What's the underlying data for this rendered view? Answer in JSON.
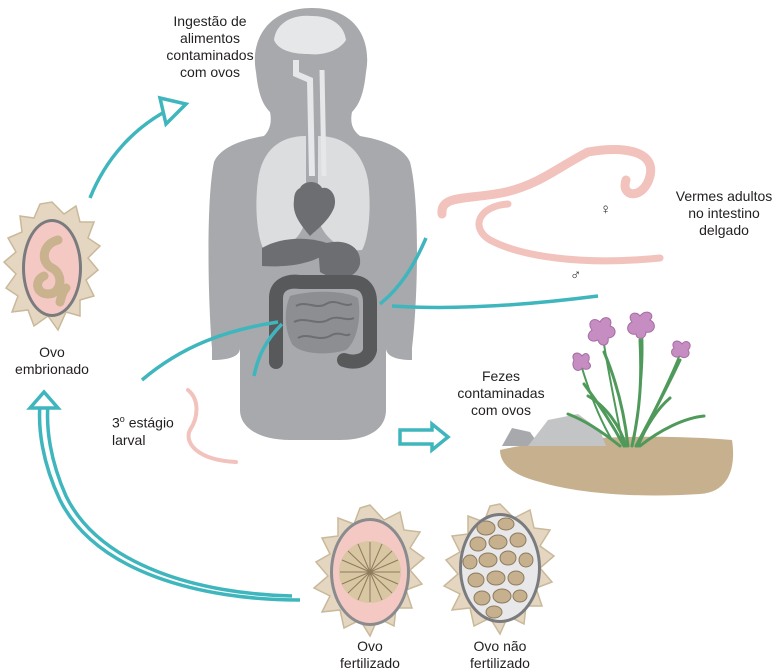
{
  "labels": {
    "ingestion": [
      "Ingestão de",
      "alimentos",
      "contaminados",
      "com ovos"
    ],
    "adult_worms": [
      "Vermes adultos",
      "no intestino",
      "delgado"
    ],
    "embryonated_egg": [
      "Ovo",
      "embrionado"
    ],
    "larva_stage_number": "3",
    "larva_stage_ordinal": "o",
    "larva_stage_rest": " estágio",
    "larva_stage_line2": "larval",
    "feces": [
      "Fezes",
      "contaminadas",
      "com ovos"
    ],
    "fertilized_egg": [
      "Ovo",
      "fertilizado"
    ],
    "unfertilized_egg": [
      "Ovo não",
      "fertilizado"
    ]
  },
  "symbols": {
    "female": "♀",
    "male": "♂"
  },
  "colors": {
    "arrow": "#3fb6bd",
    "body": "#a7a9ac",
    "organs_dark": "#6d6e71",
    "lungs": "#dcdddf",
    "worm": "#f2c2bd",
    "egg_shell": "#e4d6c0",
    "soil": "#c6b08e",
    "flower": "#c68dc2",
    "leaf": "#4f9a5a"
  }
}
